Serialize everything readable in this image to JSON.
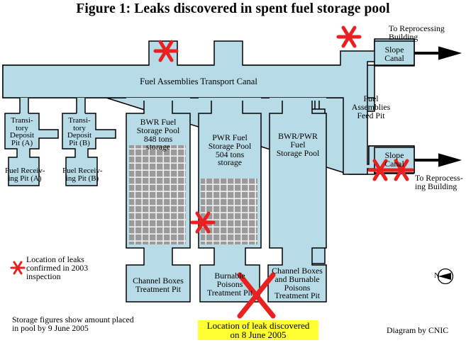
{
  "title": "Figure 1: Leaks discovered in spent fuel storage pool",
  "labels": {
    "to_reprocessing_top": [
      "To Reprocessing",
      "Building"
    ],
    "slope_canal_top": [
      "Slope",
      "Canal"
    ],
    "transport_canal": "Fuel Assemblies Transport Canal",
    "feed_pit": [
      "Fuel",
      "Assemblies",
      "Feed Pit"
    ],
    "slope_canal_bottom": [
      "Slope",
      "Canal"
    ],
    "to_reprocessing_bottom": [
      "To Reprocess-",
      "ing Building"
    ],
    "transitory_a": [
      "Transi-",
      "tory",
      "Deposit",
      "Pit (A)"
    ],
    "transitory_b": [
      "Transi-",
      "tory",
      "Deposit",
      "Pit (B)"
    ],
    "receiving_a": [
      "Fuel Receiv-",
      "ing Pit (A)"
    ],
    "receiving_b": [
      "Fuel Receiv-",
      "ing Pit (B)"
    ],
    "bwr_pool": [
      "BWR Fuel",
      "Storage Pool",
      "848 tons",
      "storage"
    ],
    "pwr_pool": [
      "PWR Fuel",
      "Storage Pool",
      "504 tons",
      "storage"
    ],
    "bwr_pwr_pool": [
      "BWR/PWR",
      "Fuel",
      "Storage Pool"
    ],
    "channel_boxes_bwr": [
      "Channel Boxes",
      "Treatment Pit"
    ],
    "burnable_poisons": [
      "Burnable",
      "Poisons",
      "Treatment Pit"
    ],
    "channel_boxes_burnable": [
      "Channel Boxes",
      "and Burnable",
      "Poisons",
      "Treatment Pit"
    ]
  },
  "legend": [
    "Location of leaks",
    "confirmed in 2003",
    "inspection"
  ],
  "north": "N",
  "storage_note": [
    "Storage figures show amount placed",
    "in pool by 9 June 2005"
  ],
  "callout": [
    "Location of leak discovered",
    "on 8 June 2005"
  ],
  "credit": "Diagram by CNIC",
  "colors": {
    "water": "#b8dce7",
    "leak": "#e82020",
    "highlight": "#ffff33",
    "fuel_grid": "#9a9a9a"
  }
}
